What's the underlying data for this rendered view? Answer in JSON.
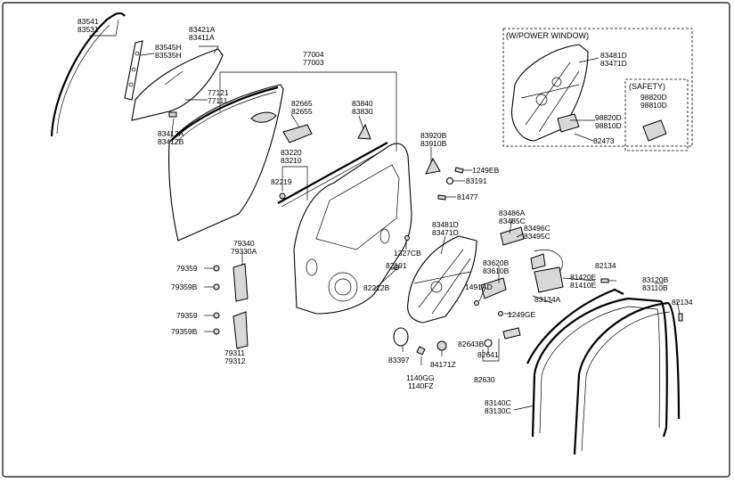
{
  "boxes": {
    "power_window": "(W/POWER WINDOW)",
    "safety": "(SAFETY)"
  },
  "labels": {
    "p83541": "83541",
    "p83531": "83531",
    "p83421A": "83421A",
    "p83411A": "83411A",
    "p83545H": "83545H",
    "p83535H": "83535H",
    "p77004": "77004",
    "p77003": "77003",
    "p77121": "77121",
    "p77111": "77111",
    "p82665": "82665",
    "p82655": "82655",
    "p83840": "83840",
    "p83830": "83830",
    "p83412A": "83412A",
    "p83412B": "83412B",
    "p83220": "83220",
    "p83210": "83210",
    "p82219": "82219",
    "p83920B": "83920B",
    "p83910B": "83910B",
    "p1249EB": "1249EB",
    "p83191": "83191",
    "p81477": "81477",
    "p83481D_a": "83481D",
    "p83471D_a": "83471D",
    "p98820D_a": "98820D",
    "p98810D_a": "98810D",
    "p98820D_b": "98820D",
    "p98810D_b": "98810D",
    "p82473": "82473",
    "p83486A": "83486A",
    "p83485C": "83485C",
    "p83496C": "83496C",
    "p83495C": "83495C",
    "p83481D_b": "83481D",
    "p83471D_b": "83471D",
    "p1327CB": "1327CB",
    "p82191": "82191",
    "p82212B": "82212B",
    "p79340": "79340",
    "p79330A": "79330A",
    "p79359_a": "79359",
    "p79359B_a": "79359B",
    "p79359_b": "79359",
    "p79359B_b": "79359B",
    "p79311": "79311",
    "p79312": "79312",
    "p83620B": "83620B",
    "p83610B": "83610B",
    "p1491AD": "1491AD",
    "p1249GE": "1249GE",
    "p81420E": "81420E",
    "p81410E": "81410E",
    "p82134_a": "82134",
    "p82134_b": "82134",
    "p83120B": "83120B",
    "p83110B": "83110B",
    "p83134A": "83134A",
    "p82643B": "82643B",
    "p82641": "82641",
    "p82630": "82630",
    "p83397": "83397",
    "p84171Z": "84171Z",
    "p1140GG": "1140GG",
    "p1140FZ": "1140FZ",
    "p83140C": "83140C",
    "p83130C": "83130C"
  }
}
